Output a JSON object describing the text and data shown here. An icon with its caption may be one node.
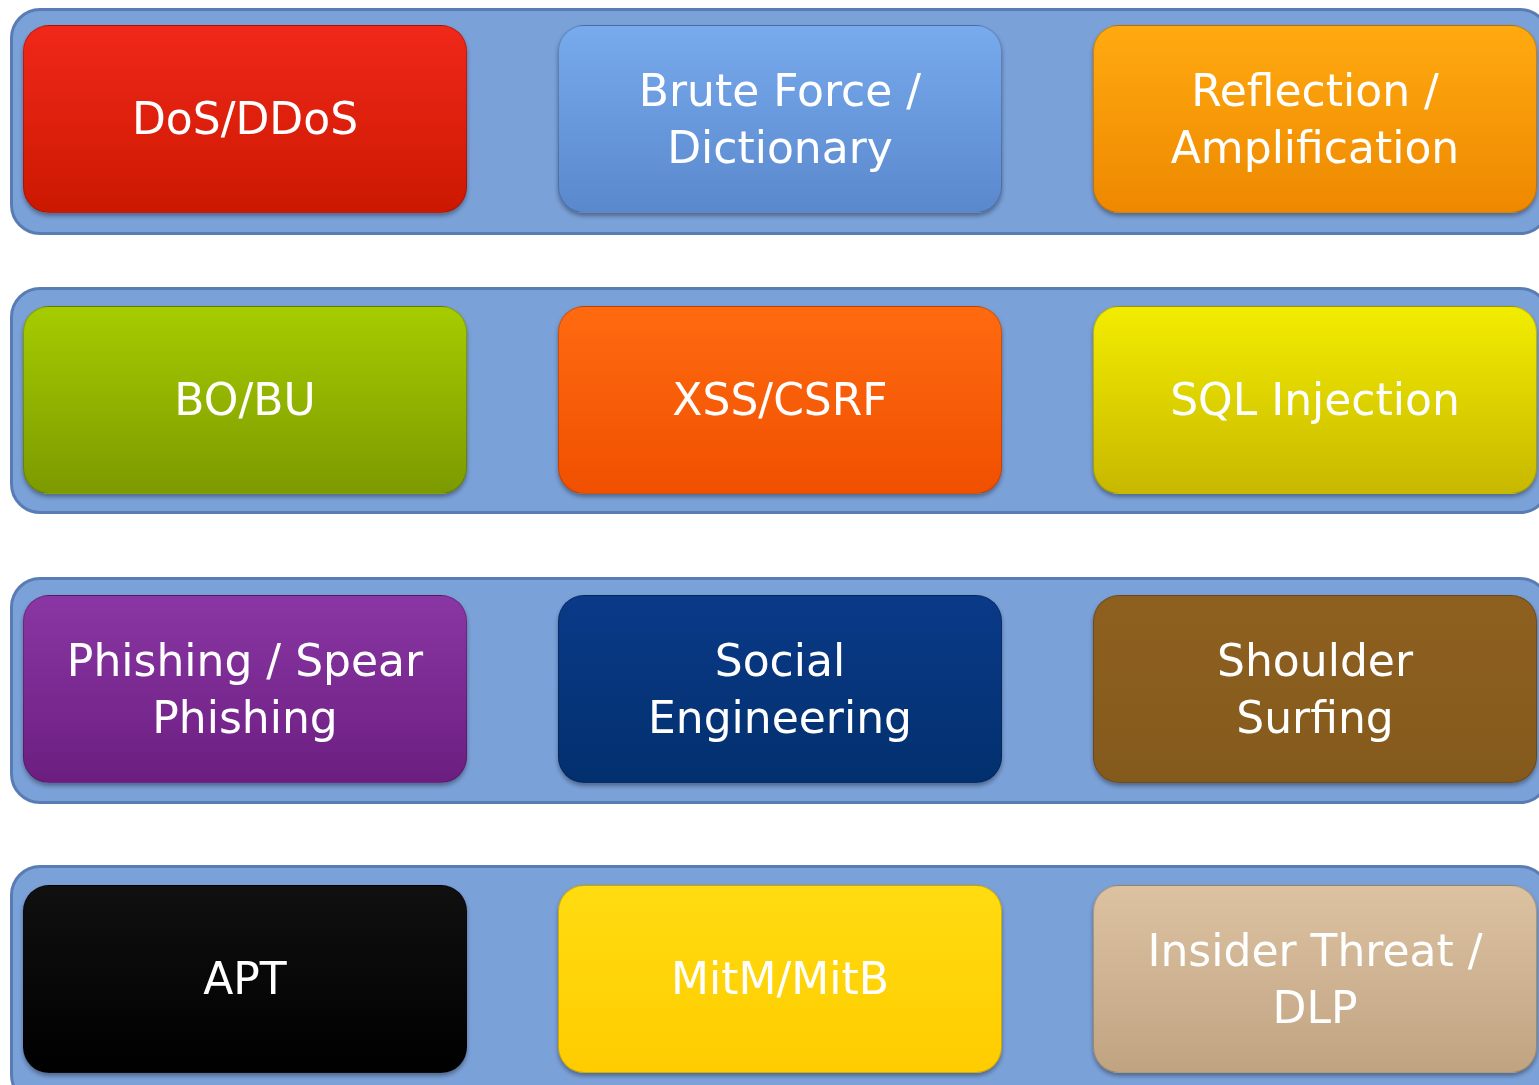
{
  "diagram": {
    "nodes": [
      {
        "text": [],
        "shape": "box"
      },
      {
        "text": [
          "DoS/DDoS"
        ],
        "in": 0
      },
      {
        "text": [
          "Brute Force / Dictionary"
        ],
        "in": 0
      },
      {
        "text": [
          "Reflection / Amplification"
        ],
        "in": 0
      },
      {
        "text": [],
        "shape": "box"
      },
      {
        "text": [
          "BO/BU"
        ],
        "in": 4
      },
      {
        "text": [
          "XSS/CSRF"
        ],
        "in": 4
      },
      {
        "text": [
          "SQL Injection"
        ],
        "in": 4
      },
      {
        "text": [],
        "shape": "box"
      },
      {
        "text": [
          "Phishing / Spear Phishing"
        ],
        "in": 8
      },
      {
        "text": [
          "Social Engineering"
        ],
        "in": 8
      },
      {
        "text": [
          "Shoulder Surfing"
        ],
        "in": 8
      },
      {
        "text": [],
        "shape": "box"
      },
      {
        "text": [
          "APT"
        ],
        "in": 12
      },
      {
        "text": [
          "MitM/MitB"
        ],
        "in": 12
      },
      {
        "text": [
          "Insider Threat / DLP"
        ],
        "in": 12
      }
    ]
  }
}
